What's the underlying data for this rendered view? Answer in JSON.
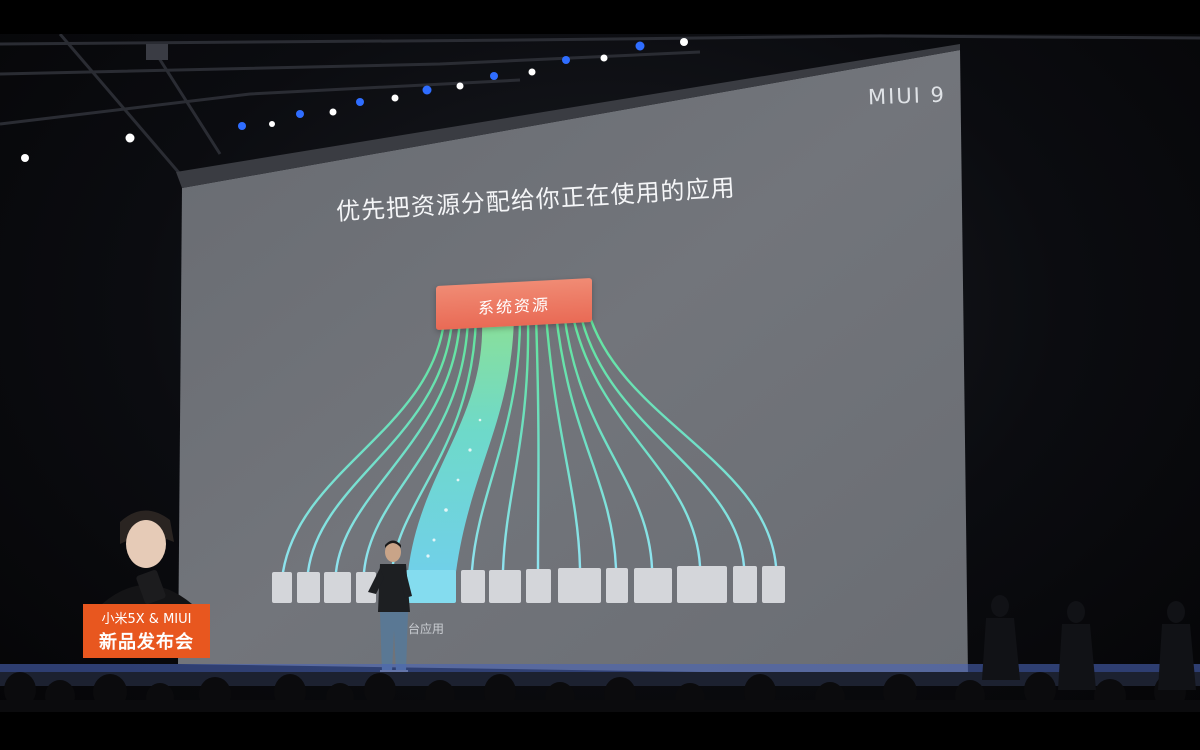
{
  "slide": {
    "logo": "MIUI 9",
    "title": "优先把资源分配给你正在使用的应用",
    "resource_box_label": "系统资源",
    "app_label": "台应用"
  },
  "badge": {
    "line1": "小米5X & MIUI",
    "line2": "新品发布会"
  },
  "colors": {
    "slide_background": "#6f7278",
    "resource_box": "#ec7561",
    "flow_green": "#5ee3a6",
    "flow_cyan": "#7fe3ef",
    "app_block": "#d4d6da",
    "badge_orange": "#e8571f",
    "stage_light_blue": "#2f6dff"
  },
  "icons": {
    "stage_lights": "spotlight-icon",
    "app_blocks": "app-block-icon"
  }
}
